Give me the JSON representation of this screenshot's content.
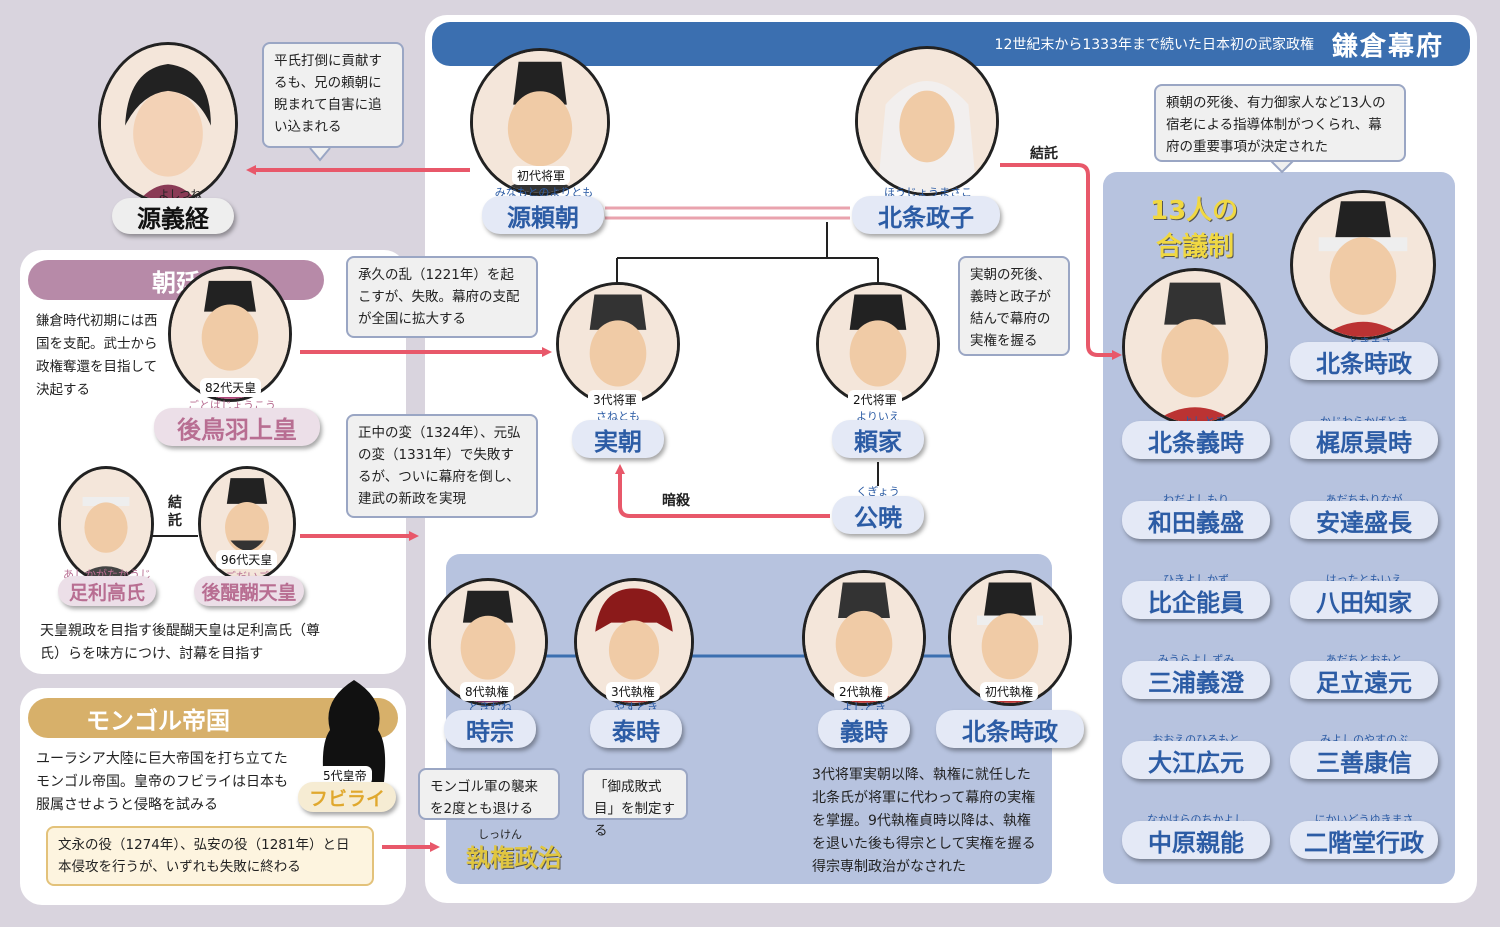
{
  "header": {
    "title": "鎌倉幕府",
    "subtitle": "12世紀末から1333年まで続いた日本初の武家政権"
  },
  "relations": {
    "kettaku_masako": "結託",
    "kettaku_takauji": "結託",
    "ansatsu": "暗殺"
  },
  "people": {
    "yoshitsune": {
      "name": "源義経",
      "ruby": "よしつね",
      "note": "平氏打倒に貢献するも、兄の頼朝に睨まれて自害に追い込まれる"
    },
    "yoritomo": {
      "rank": "初代将軍",
      "ruby": "みなもとのよりとも",
      "name": "源頼朝"
    },
    "masako": {
      "ruby": "ほうじょうまさこ",
      "name": "北条政子"
    },
    "sanetomo": {
      "rank": "3代将軍",
      "ruby": "さねとも",
      "name": "実朝"
    },
    "yoriie": {
      "rank": "2代将軍",
      "ruby": "よりいえ",
      "name": "頼家"
    },
    "kugyo": {
      "ruby": "くぎょう",
      "name": "公暁"
    },
    "gotoba": {
      "rank": "82代天皇",
      "ruby": "ごとばじょうこう",
      "name": "後鳥羽上皇"
    },
    "takauji": {
      "ruby": "あしかがたかうじ",
      "name": "足利高氏"
    },
    "godaigo": {
      "rank": "96代天皇",
      "ruby": "ごだいご",
      "name": "後醍醐天皇"
    },
    "kublai": {
      "rank": "5代皇帝",
      "name": "フビライ"
    },
    "tokimune": {
      "rank": "8代執権",
      "ruby": "ときむね",
      "name": "時宗"
    },
    "yasutoki": {
      "rank": "3代執権",
      "ruby": "やすとき",
      "name": "泰時"
    },
    "yoshitoki_regent": {
      "rank": "2代執権",
      "ruby": "よしとき",
      "name": "義時"
    },
    "tokimasa_regent": {
      "rank": "初代執権",
      "name": "北条時政"
    }
  },
  "notes": {
    "jokyu": "承久の乱（1221年）を起こすが、失敗。幕府の支配が全国に拡大する",
    "shochu": "正中の変（1324年）、元弘の変（1331年）で失敗するが、ついに幕府を倒し、建武の新政を実現",
    "sanetomo_after": "実朝の死後、義時と政子が結んで幕府の実権を握る",
    "council_info": "頼朝の死後、有力御家人など13人の宿老による指導体制がつくられ、幕府の重要事項が決定された",
    "mongol_repel": "モンゴル軍の襲来を2度とも退ける",
    "goseibai": "「御成敗式目」を制定する",
    "mongol_invasion": "文永の役（1274年）、弘安の役（1281年）と日本侵攻を行うが、いずれも失敗に終わる"
  },
  "choutei": {
    "title": "朝廷",
    "desc": "鎌倉時代初期には西国を支配。武士から政権奪還を目指して決起する",
    "bottom": "天皇親政を目指す後醍醐天皇は足利高氏（尊氏）らを味方につけ、討幕を目指す"
  },
  "mongol": {
    "title": "モンゴル帝国",
    "desc": "ユーラシア大陸に巨大帝国を打ち立てたモンゴル帝国。皇帝のフビライは日本も服属させようと侵略を試みる"
  },
  "shikken": {
    "title": "執権政治",
    "title_ruby": "しっけん",
    "desc": "3代将軍実朝以降、執権に就任した北条氏が将軍に代わって幕府の実権を掌握。9代執権貞時以降は、執権を退いた後も得宗として実権を握る得宗専制政治がなされた"
  },
  "council": {
    "title_line1": "13人の",
    "title_line2": "合議制",
    "members": [
      {
        "ruby": "ときまさ",
        "name": "北条時政"
      },
      {
        "ruby": "よしとき",
        "name": "北条義時"
      },
      {
        "ruby": "かじわらかげとき",
        "name": "梶原景時"
      },
      {
        "ruby": "わだよしもり",
        "name": "和田義盛"
      },
      {
        "ruby": "あだちもりなが",
        "name": "安達盛長"
      },
      {
        "ruby": "ひきよしかず",
        "name": "比企能員"
      },
      {
        "ruby": "はったともいえ",
        "name": "八田知家"
      },
      {
        "ruby": "みうらよしずみ",
        "name": "三浦義澄"
      },
      {
        "ruby": "あだちとおもと",
        "name": "足立遠元"
      },
      {
        "ruby": "おおえのひろもと",
        "name": "大江広元"
      },
      {
        "ruby": "みよしのやすのぶ",
        "name": "三善康信"
      },
      {
        "ruby": "なかはらのちかよし",
        "name": "中原親能"
      },
      {
        "ruby": "にかいどうゆきまさ",
        "name": "二階堂行政"
      }
    ]
  },
  "colors": {
    "blue": "#3b6fb0",
    "name_blue": "#2c5ca5",
    "pink": "#b86e92",
    "gold": "#e0a82e",
    "arrow_red": "#e8586a",
    "panel_blue": "#b7c3df"
  }
}
